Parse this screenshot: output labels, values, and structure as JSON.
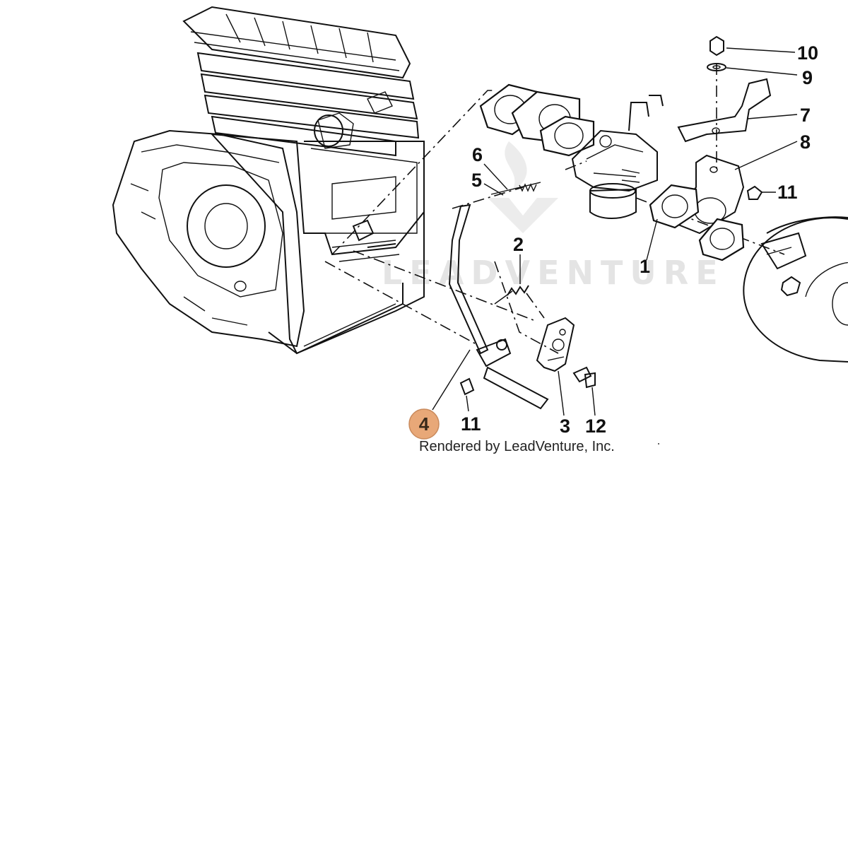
{
  "diagram": {
    "credit": "Rendered by LeadVenture, Inc.",
    "watermark": "LEADVENTURE",
    "highlighted_part": "4",
    "highlight_color": "#e8a878",
    "part_labels": [
      "10",
      "9",
      "7",
      "8",
      "6",
      "5",
      "11",
      "2",
      "1",
      "11",
      "3",
      "12"
    ]
  }
}
